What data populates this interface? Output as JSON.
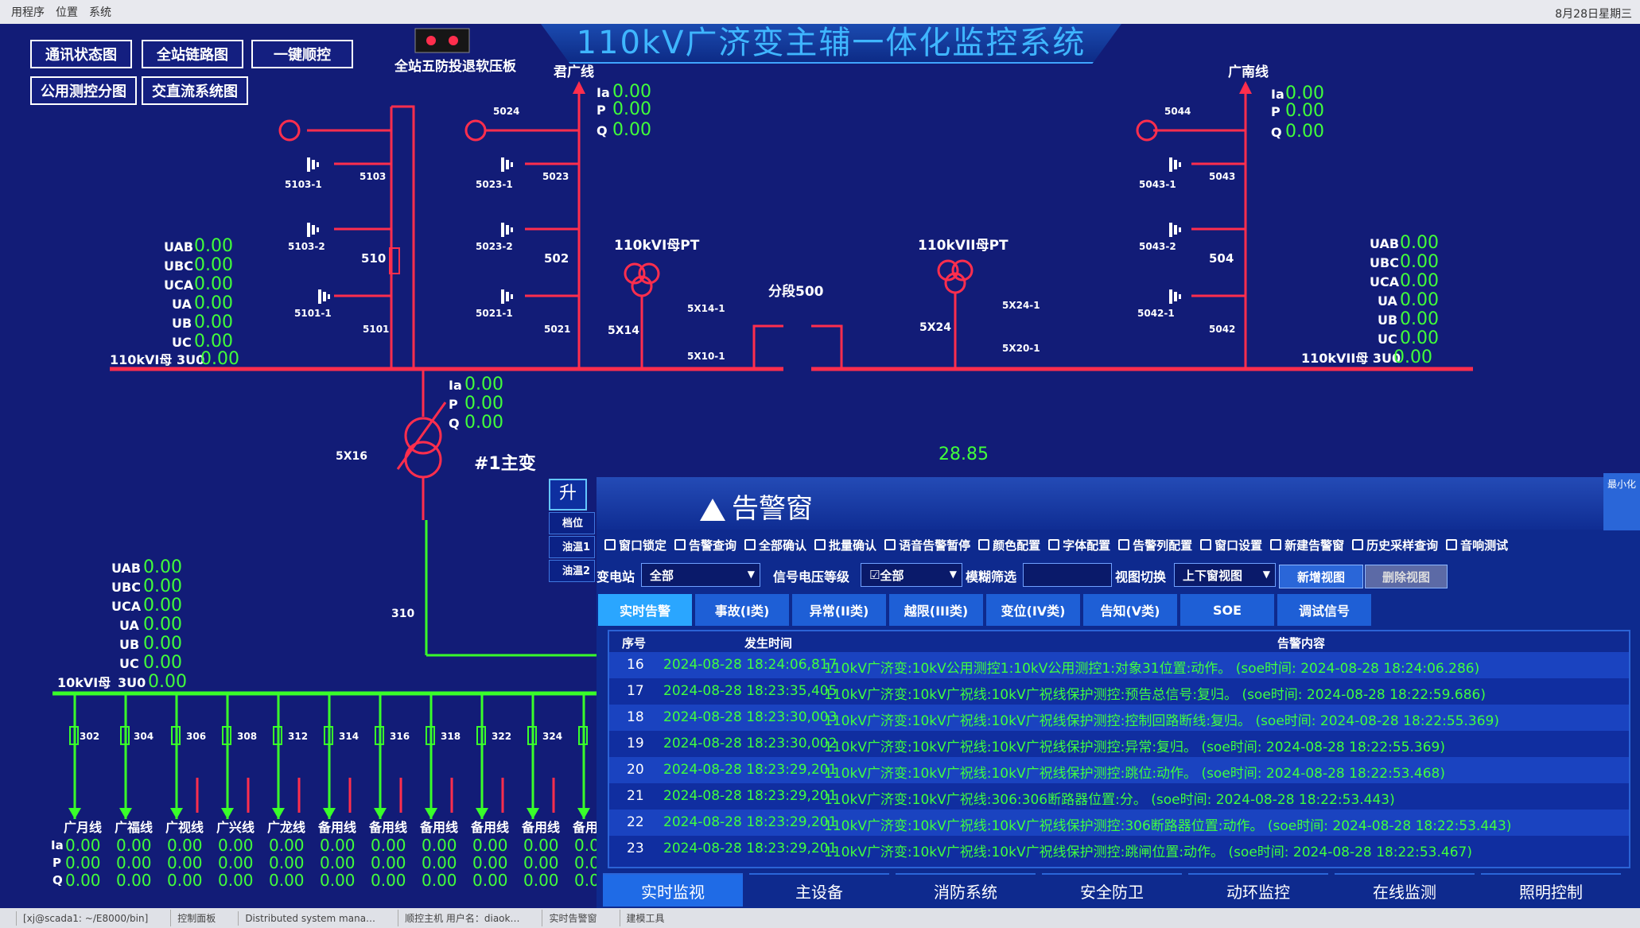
{
  "menubar": {
    "items": [
      "用程序",
      "位置",
      "系统"
    ],
    "date": "8月28日星期三"
  },
  "title": "110kV广济变主辅一体化监控系统",
  "nav_buttons": [
    "通讯状态图",
    "全站链路图",
    "一键顺控",
    "公用测控分图",
    "交直流系统图"
  ],
  "anti_label": "全站五防投退软压板",
  "lines": {
    "left_name": "君广线",
    "right_name": "广南线",
    "left_meas": {
      "Ia": "0.00",
      "P": "0.00",
      "Q": "0.00"
    },
    "right_meas": {
      "Ia": "0.00",
      "P": "0.00",
      "Q": "0.00"
    }
  },
  "bus_left": {
    "UAB": "0.00",
    "UBC": "0.00",
    "UCA": "0.00",
    "UA": "0.00",
    "UB": "0.00",
    "UC": "0.00",
    "label": "110kVI母 3U0",
    "u0": "0.00"
  },
  "bus_right": {
    "UAB": "0.00",
    "UBC": "0.00",
    "UCA": "0.00",
    "UA": "0.00",
    "UB": "0.00",
    "UC": "0.00",
    "label": "110kVII母 3U0",
    "u0": "0.00"
  },
  "bus_10kv": {
    "UAB": "0.00",
    "UBC": "0.00",
    "UCA": "0.00",
    "UA": "0.00",
    "UB": "0.00",
    "UC": "0.00",
    "label": "10kVI母",
    "u0_label": "3U0",
    "u0": "0.00"
  },
  "transformer": {
    "name": "#1主变",
    "Ia": "0.00",
    "P": "0.00",
    "Q": "0.00",
    "tap": "28.85"
  },
  "pt_labels": {
    "left": "110kVI母PT",
    "right": "110kVII母PT",
    "section": "分段500"
  },
  "feeders": [
    {
      "name": "广月线",
      "Ia": "0.00",
      "P": "0.00",
      "Q": "0.00"
    },
    {
      "name": "广福线",
      "Ia": "0.00",
      "P": "0.00",
      "Q": "0.00"
    },
    {
      "name": "广视线",
      "Ia": "0.00",
      "P": "0.00",
      "Q": "0.00"
    },
    {
      "name": "广兴线",
      "Ia": "0.00",
      "P": "0.00",
      "Q": "0.00"
    },
    {
      "name": "广龙线",
      "Ia": "0.00",
      "P": "0.00",
      "Q": "0.00"
    },
    {
      "name": "备用线",
      "Ia": "0.00",
      "P": "0.00",
      "Q": "0.00"
    },
    {
      "name": "备用线",
      "Ia": "0.00",
      "P": "0.00",
      "Q": "0.00"
    },
    {
      "name": "备用线",
      "Ia": "0.00",
      "P": "0.00",
      "Q": "0.00"
    },
    {
      "name": "备用线",
      "Ia": "0.00",
      "P": "0.00",
      "Q": "0.00"
    },
    {
      "name": "备用线",
      "Ia": "0.00",
      "P": "0.00",
      "Q": "0.00"
    },
    {
      "name": "备用",
      "Ia": "0.0",
      "P": "0.0",
      "Q": "0.0"
    }
  ],
  "side_panel": {
    "up": "升",
    "items": [
      "档位",
      "油温1",
      "油温2"
    ]
  },
  "alarm": {
    "title": "告警窗",
    "toolbar": [
      "窗口锁定",
      "告警查询",
      "全部确认",
      "批量确认",
      "语音告警暂停",
      "颜色配置",
      "字体配置",
      "告警列配置",
      "窗口设置",
      "新建告警窗",
      "历史采样查询",
      "音响测试"
    ],
    "filter": {
      "station_label": "变电站",
      "station_value": "全部",
      "voltage_label": "信号电压等级",
      "voltage_value": "全部",
      "fuzzy_label": "模糊筛选",
      "view_label": "视图切换",
      "view_value": "上下窗视图",
      "add_view": "新增视图",
      "del_view": "删除视图"
    },
    "tabs": [
      "实时告警",
      "事故(I类)",
      "异常(II类)",
      "越限(III类)",
      "变位(IV类)",
      "告知(V类)",
      "SOE",
      "调试信号"
    ],
    "columns": {
      "no": "序号",
      "time": "发生时间",
      "content": "告警内容"
    },
    "rows": [
      {
        "no": "16",
        "time": "2024-08-28 18:24:06,817",
        "content": "110kV广济变:10kV公用测控1:10kV公用测控1:对象31位置:动作。 (soe时间: 2024-08-28 18:24:06.286)"
      },
      {
        "no": "17",
        "time": "2024-08-28 18:23:35,405",
        "content": "110kV广济变:10kV广祝线:10kV广祝线保护测控:预告总信号:复归。 (soe时间: 2024-08-28 18:22:59.686)"
      },
      {
        "no": "18",
        "time": "2024-08-28 18:23:30,003",
        "content": "110kV广济变:10kV广祝线:10kV广祝线保护测控:控制回路断线:复归。 (soe时间: 2024-08-28 18:22:55.369)"
      },
      {
        "no": "19",
        "time": "2024-08-28 18:23:30,002",
        "content": "110kV广济变:10kV广祝线:10kV广祝线保护测控:异常:复归。 (soe时间: 2024-08-28 18:22:55.369)"
      },
      {
        "no": "20",
        "time": "2024-08-28 18:23:29,201",
        "content": "110kV广济变:10kV广祝线:10kV广祝线保护测控:跳位:动作。 (soe时间: 2024-08-28 18:22:53.468)"
      },
      {
        "no": "21",
        "time": "2024-08-28 18:23:29,201",
        "content": "110kV广济变:10kV广祝线:306:306断路器位置:分。 (soe时间: 2024-08-28 18:22:53.443)"
      },
      {
        "no": "22",
        "time": "2024-08-28 18:23:29,201",
        "content": "110kV广济变:10kV广祝线:10kV广祝线保护测控:306断路器位置:动作。 (soe时间: 2024-08-28 18:22:53.443)"
      },
      {
        "no": "23",
        "time": "2024-08-28 18:23:29,201",
        "content": "110kV广济变:10kV广祝线:10kV广祝线保护测控:跳闸位置:动作。 (soe时间: 2024-08-28 18:22:53.467)"
      }
    ]
  },
  "bottom_nav": [
    "实时监视",
    "主设备",
    "消防系统",
    "安全防卫",
    "动环监控",
    "在线监测",
    "照明控制"
  ],
  "shrink_label": "最小化",
  "taskbar": [
    "[xj@scada1: ~/E8000/bin]",
    "控制面板",
    "Distributed system mana…",
    "顺控主机 用户名：diaok…",
    "实时告警窗",
    "建模工具"
  ],
  "colors": {
    "background": "#121c77",
    "energized": "#ff2e4d",
    "bus10kv": "#39ff2a",
    "value": "#41ff3a"
  }
}
